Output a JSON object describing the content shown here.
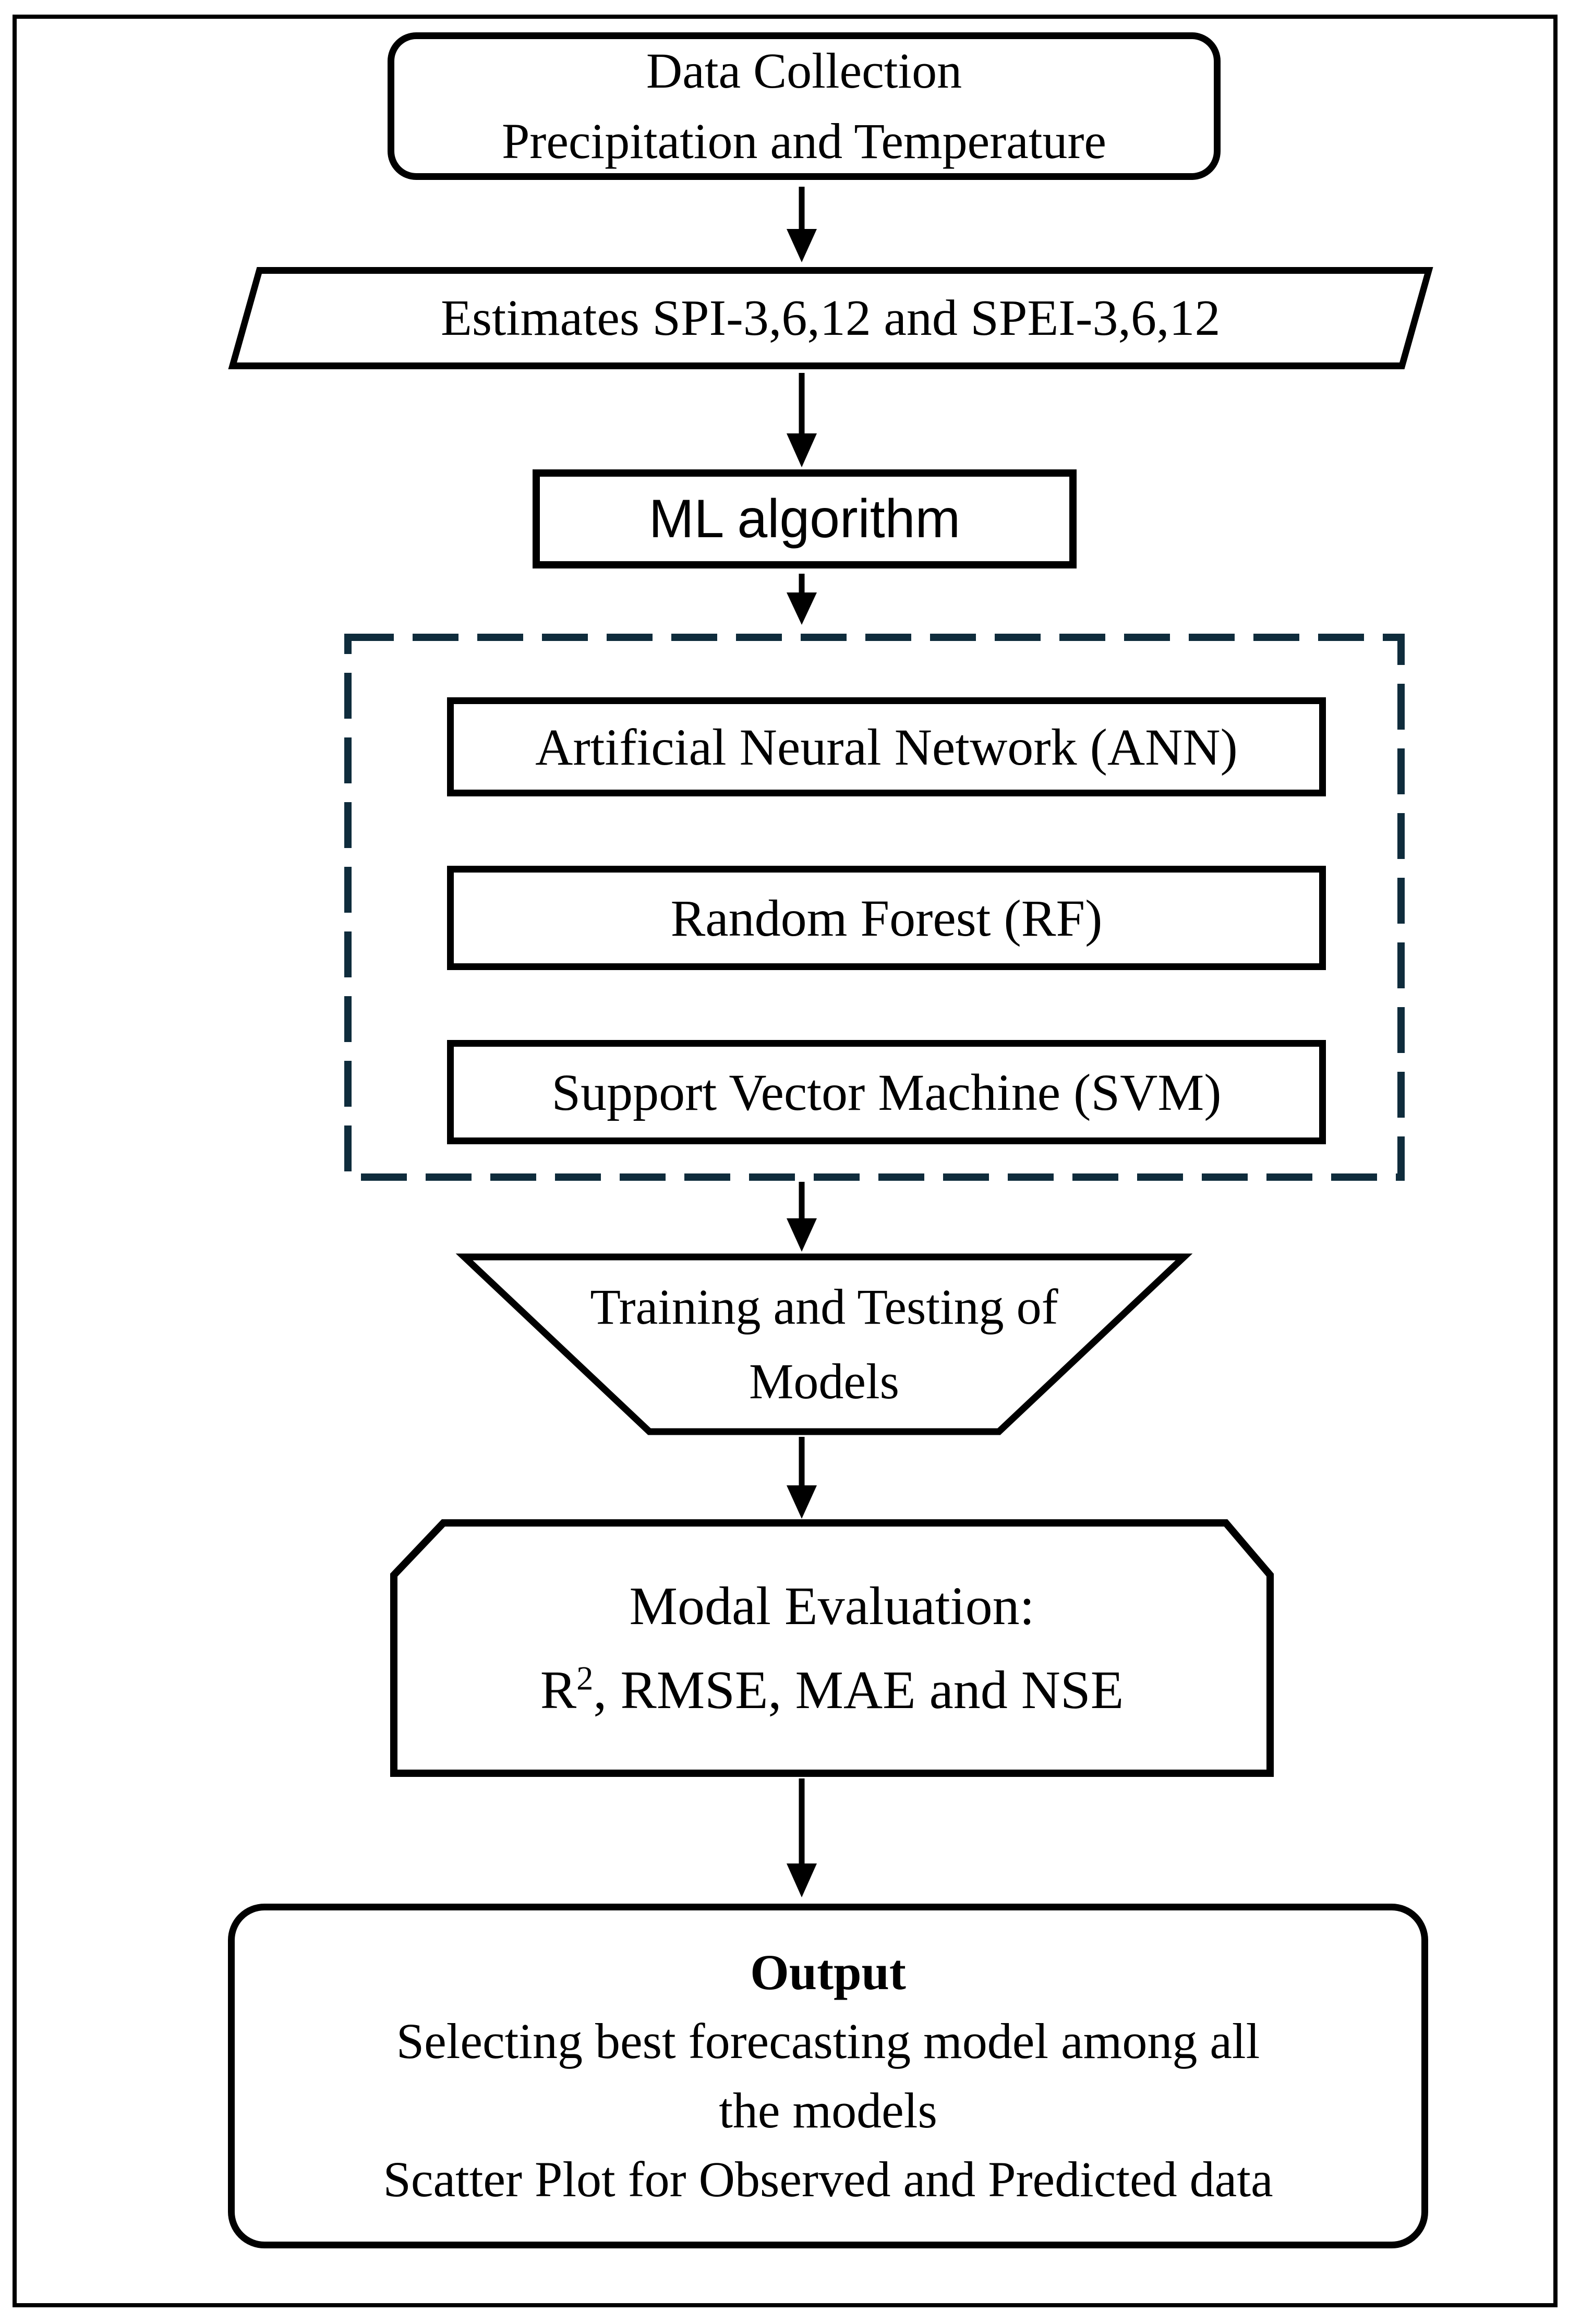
{
  "diagram": {
    "background": "#ffffff",
    "stroke_color": "#000000",
    "dashed_border_color": "#0f2c3c",
    "nodes": {
      "data_collection": {
        "line1": "Data Collection",
        "line2": "Precipitation and Temperature"
      },
      "estimates": {
        "label": "Estimates SPI-3,6,12 and SPEI-3,6,12"
      },
      "ml_algorithm": {
        "label": "ML algorithm"
      },
      "ann": {
        "label": "Artificial Neural Network (ANN)"
      },
      "random_forest": {
        "label": "Random Forest (RF)"
      },
      "svm": {
        "label": "Support Vector Machine (SVM)"
      },
      "training": {
        "line1": "Training and Testing of",
        "line2": "Models"
      },
      "evaluation": {
        "line1": "Modal Evaluation:",
        "metrics_base": "R",
        "metrics_sup": "2",
        "metrics_rest": ", RMSE, MAE and NSE"
      },
      "output": {
        "title": "Output",
        "line1": "Selecting best forecasting model among all",
        "line2": "the models",
        "line3": "Scatter Plot for Observed and Predicted data"
      }
    }
  }
}
